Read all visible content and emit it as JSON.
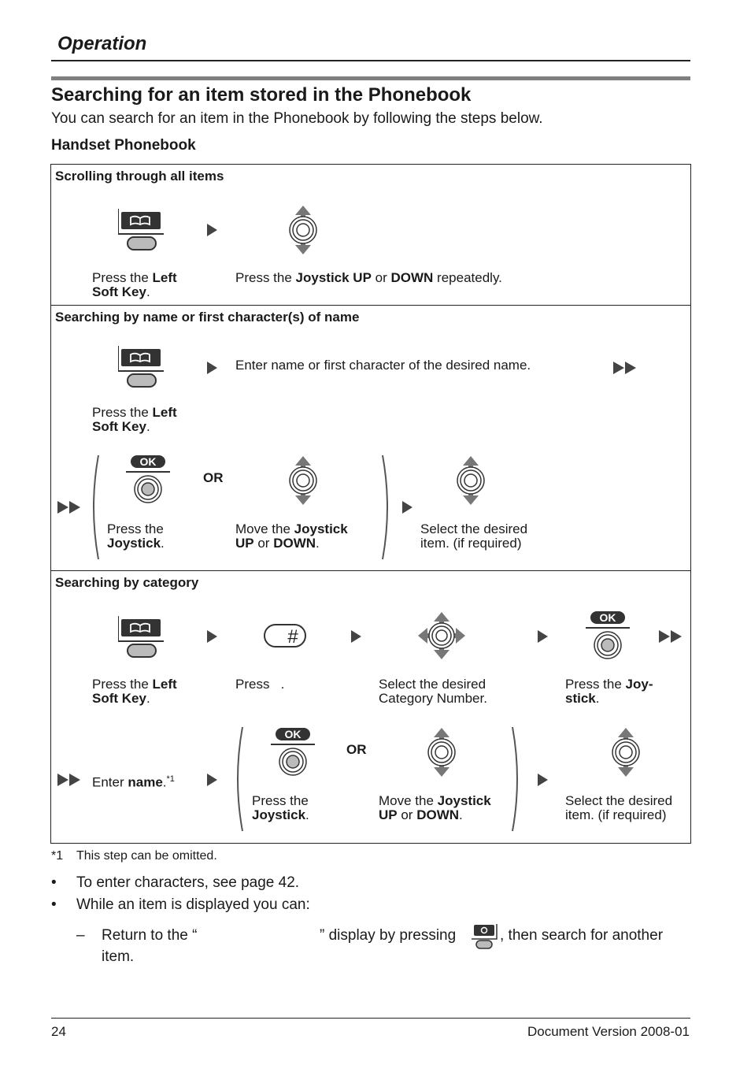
{
  "header": {
    "section": "Operation"
  },
  "title": "Searching for an item stored in the Phonebook",
  "intro": "You can search for an item in the Phonebook by following the steps below.",
  "subtitle": "Handset Phonebook",
  "rows": {
    "scroll": {
      "title": "Scrolling through all items",
      "step1_a": "Press the ",
      "step1_b": "Left",
      "step1_c": "Soft Key",
      "step1_d": ".",
      "step2_a": "Press the ",
      "step2_b": "Joystick UP",
      "step2_c": " or ",
      "step2_d": "DOWN",
      "step2_e": " repeatedly."
    },
    "name": {
      "title": "Searching by name or first character(s) of name",
      "step1_a": "Press the ",
      "step1_b": "Left",
      "step1_c": "Soft Key",
      "step1_d": ".",
      "enter": "Enter name or first character of the desired name.",
      "ok_label": "OK",
      "or_label": "OR",
      "press_a": "Press the",
      "press_b": "Joystick",
      "press_c": ".",
      "move_a": "Move the ",
      "move_b": "Joystick",
      "move_c": "UP",
      "move_d": " or ",
      "move_e": "DOWN",
      "move_f": ".",
      "select_a": "Select the desired",
      "select_b": "item. (if required)"
    },
    "category": {
      "title": "Searching by category",
      "step1_a": "Press the ",
      "step1_b": "Left",
      "step1_c": "Soft Key",
      "step1_d": ".",
      "press_hash": "Press   .",
      "select_cat_a": "Select the desired",
      "select_cat_b": "Category Number.",
      "press_joy_a": "Press the ",
      "press_joy_b": "Joy-",
      "press_joy_c": "stick",
      "press_joy_d": ".",
      "ok_label": "OK",
      "enter_a": "Enter ",
      "enter_b": "name",
      "enter_c": ".",
      "enter_sup": "*1",
      "or_label": "OR",
      "press2_a": "Press the",
      "press2_b": "Joystick",
      "press2_c": ".",
      "move_a": "Move the ",
      "move_b": "Joystick",
      "move_c": "UP",
      "move_d": " or ",
      "move_e": "DOWN",
      "move_f": ".",
      "select_a": "Select the desired",
      "select_b": "item. (if required)"
    }
  },
  "footnote": {
    "mark": "*1",
    "text": "This step can be omitted."
  },
  "bullets": {
    "b1": "To enter characters, see page 42.",
    "b2": "While an item is displayed you can:",
    "dash_a": "Return to the “",
    "dash_b": "” display by pressing",
    "dash_c": ", then search for another",
    "dash_d": "item."
  },
  "footer": {
    "page": "24",
    "version": "Document Version 2008-01"
  },
  "icons": [
    "phonebook-softkey-icon",
    "joystick-updown-icon",
    "joystick-press-ok-icon",
    "joystick-4way-icon",
    "hash-key-icon",
    "arrow-right-icon",
    "double-arrow-icon",
    "bracket-icon"
  ]
}
